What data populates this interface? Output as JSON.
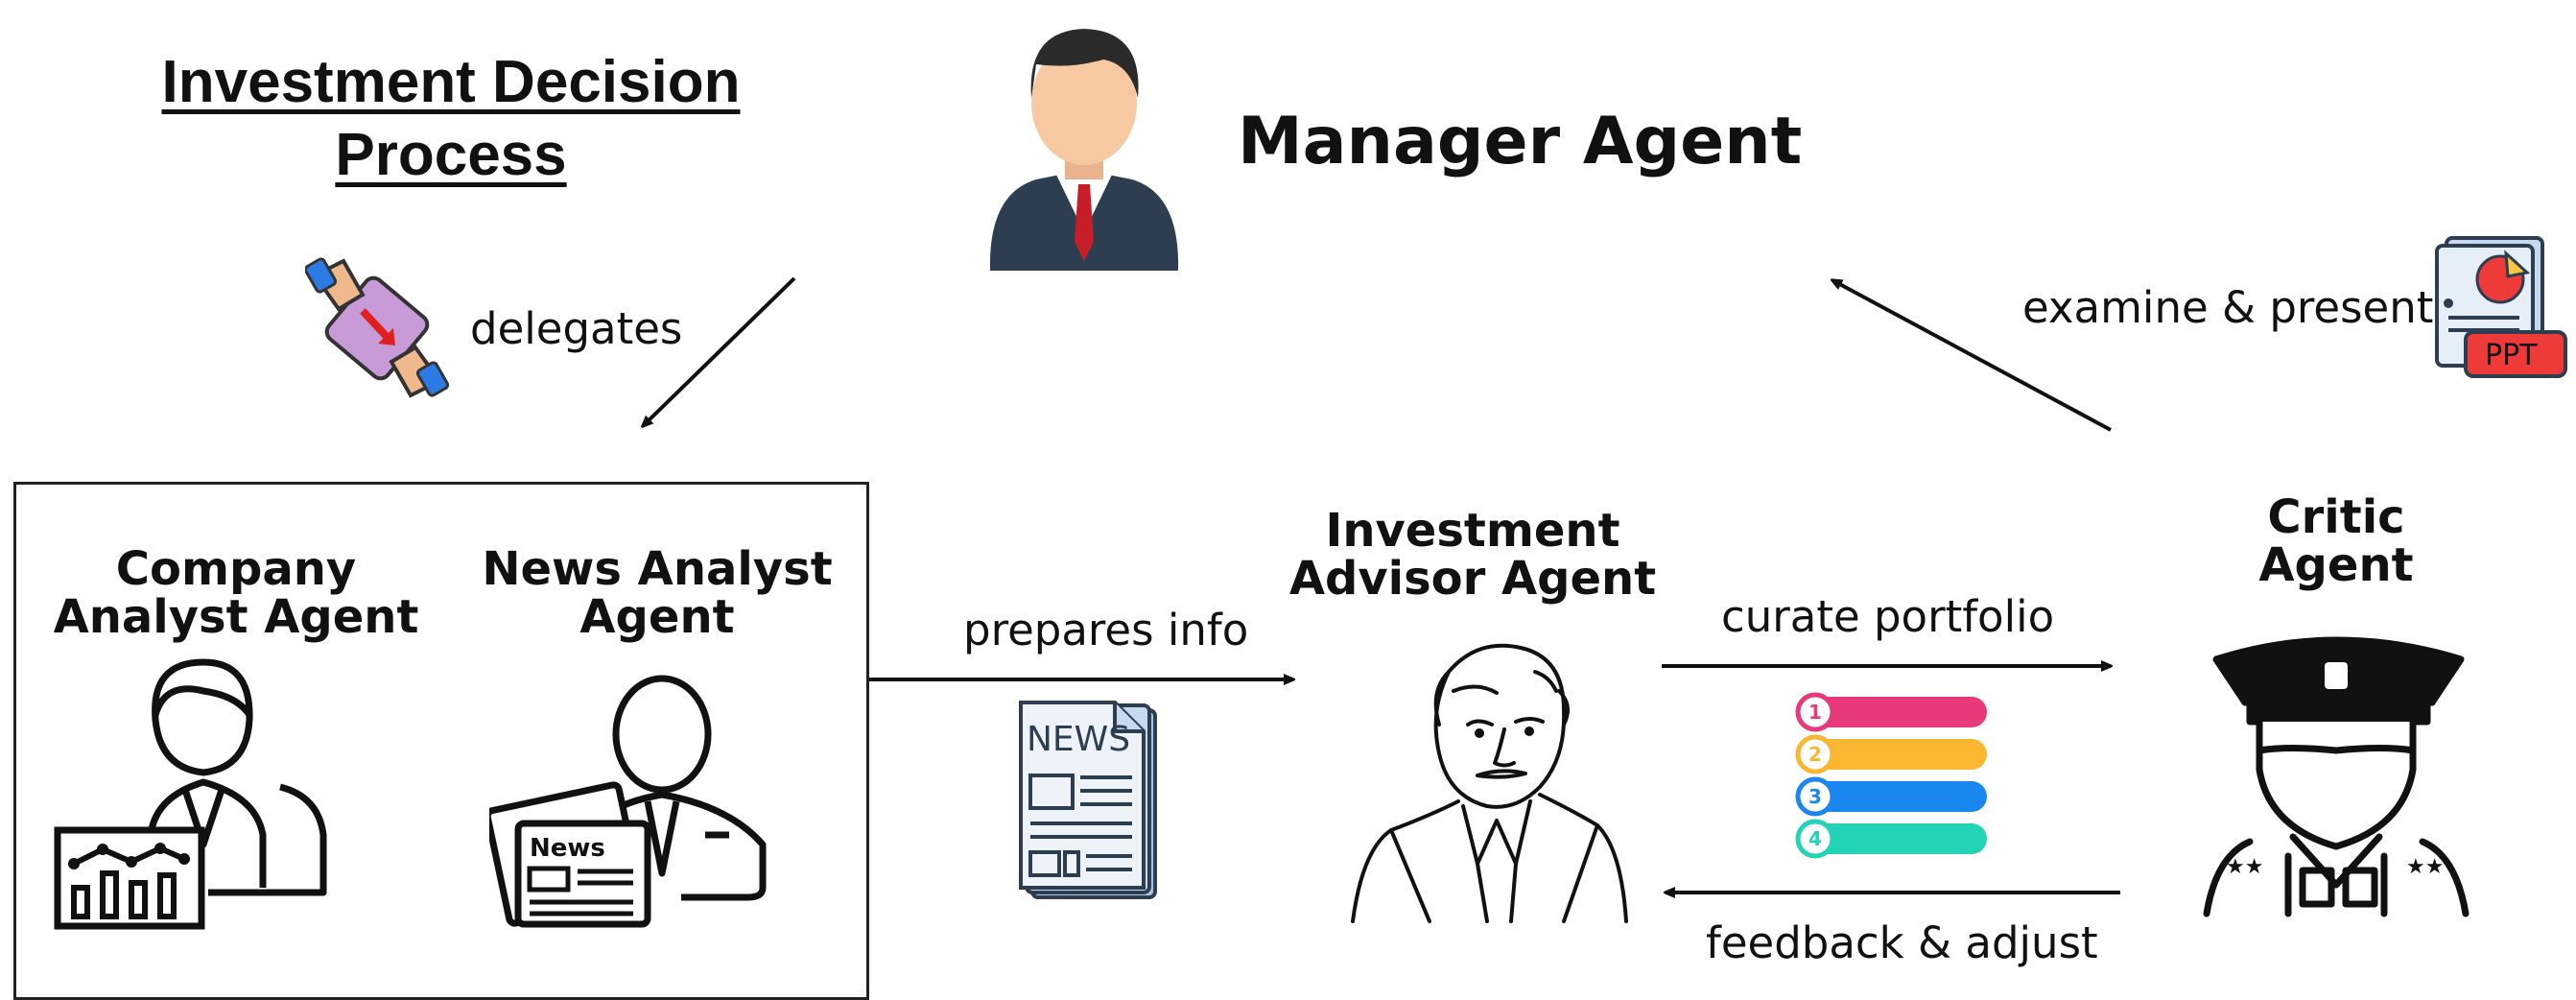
{
  "title": "Investment Decision Process",
  "manager": {
    "label": "Manager Agent"
  },
  "analysts": {
    "company": "Company Analyst Agent",
    "news": "News Analyst Agent",
    "news_icon_text": "News"
  },
  "advisor": {
    "label": "Investment Advisor Agent"
  },
  "critic": {
    "label": "Critic Agent"
  },
  "edges": {
    "delegates": "delegates",
    "prepares_info": "prepares info",
    "curate_portfolio": "curate portfolio",
    "feedback_adjust": "feedback & adjust",
    "examine_present": "examine & present"
  },
  "icons": {
    "newspaper_text": "NEWS",
    "ppt_text": "PPT",
    "list_numbers": [
      "1",
      "2",
      "3",
      "4"
    ]
  },
  "colors": {
    "list": [
      "#e8397d",
      "#fbb731",
      "#1a86f0",
      "#22d3b5"
    ],
    "suit": "#2c3e50",
    "skin": "#f7c9a3",
    "tie": "#c81e2a",
    "ppt_red": "#ef3a3a",
    "delegate_purple": "#c89bd8"
  }
}
